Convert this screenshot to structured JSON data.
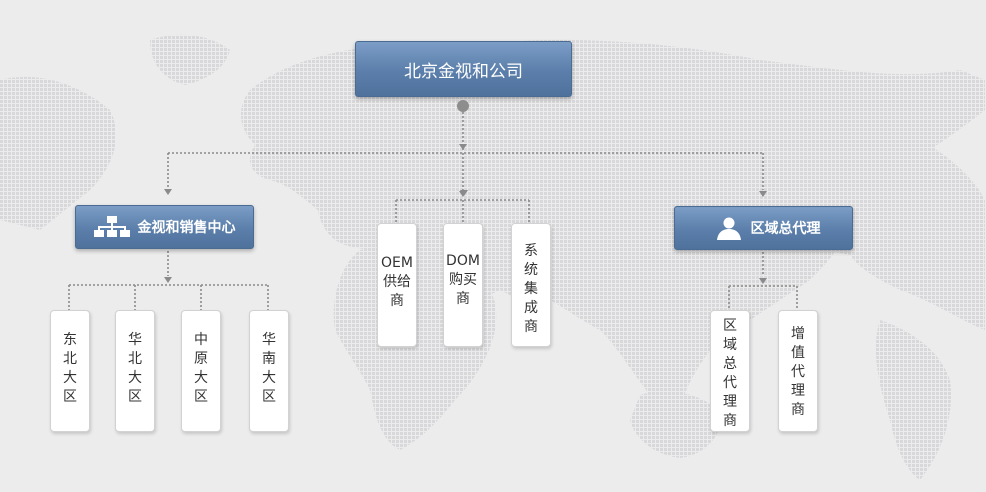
{
  "root": {
    "label": "北京金视和公司"
  },
  "sales_center": {
    "label": "金视和销售中心",
    "icon": "org-chart-icon"
  },
  "regional_agent": {
    "label": "区域总代理",
    "icon": "person-icon"
  },
  "middle_nodes": [
    {
      "label": "OEM\n供给商"
    },
    {
      "label": "DOM\n购买商"
    },
    {
      "label": "系统集成商"
    }
  ],
  "sales_regions": [
    {
      "label": "东北大区"
    },
    {
      "label": "华北大区"
    },
    {
      "label": "中原大区"
    },
    {
      "label": "华南大区"
    }
  ],
  "agent_children": [
    {
      "label": "区域总代理商"
    },
    {
      "label": "增值代理商"
    }
  ],
  "colors": {
    "box_top": "#7b9dc6",
    "box_bottom": "#4e729c",
    "connector": "#8a8a8a",
    "background": "#ececed",
    "map_dot": "#d9d9db"
  }
}
